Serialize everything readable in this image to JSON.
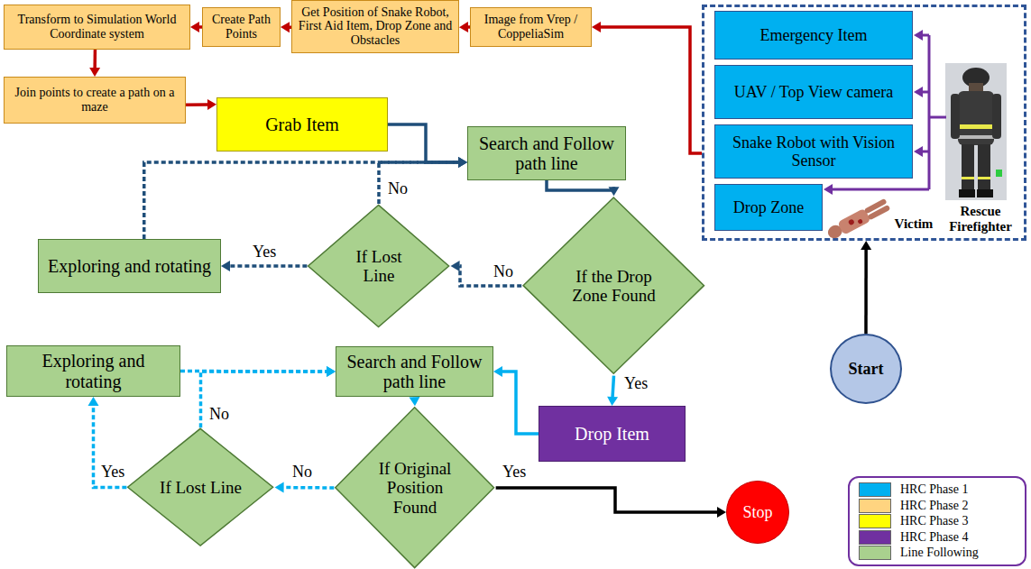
{
  "diagram": {
    "nodes": [
      {
        "text": [
          "Transform to Simulation World Coordinate system"
        ]
      },
      {
        "text": [
          "Create Path Points"
        ]
      },
      {
        "text": [
          "Get Position of Snake Robot, First Aid Item, Drop Zone and Obstacles"
        ]
      },
      {
        "text": [
          "Image from Vrep / CoppeliaSim"
        ]
      },
      {
        "text": []
      },
      {
        "text": [
          "Emergency Item"
        ],
        "in": 4
      },
      {
        "text": [
          "UAV / Top View camera"
        ],
        "in": 4
      },
      {
        "text": [
          "Snake Robot with Vision Sensor"
        ],
        "in": 4
      },
      {
        "text": [
          "Drop Zone"
        ],
        "in": 4
      },
      {
        "text": [
          "Join points to create a path on a maze"
        ]
      },
      {
        "text": [
          "Grab Item"
        ]
      },
      {
        "text": [
          "Search and Follow path line"
        ]
      },
      {
        "text": [
          "Exploring and rotating"
        ]
      },
      {
        "text": [
          "If Lost Line"
        ]
      },
      {
        "text": [
          "If the Drop Zone Found"
        ]
      },
      {
        "text": [
          "Start"
        ]
      },
      {
        "text": [
          "Exploring and rotating"
        ]
      },
      {
        "text": [
          "Search and Follow path line"
        ]
      },
      {
        "text": [
          "Drop Item"
        ]
      },
      {
        "text": [
          "If Lost Line"
        ]
      },
      {
        "text": [
          "If Original Position Found"
        ]
      },
      {
        "text": [
          "Stop"
        ]
      }
    ],
    "edges": [
      {
        "from": 4,
        "to": 3,
        "arrow": "to"
      },
      {
        "from": 3,
        "to": 2,
        "arrow": "to"
      },
      {
        "from": 2,
        "to": 1,
        "arrow": "to"
      },
      {
        "from": 1,
        "to": 0,
        "arrow": "to"
      },
      {
        "from": 0,
        "to": 9,
        "arrow": "to"
      },
      {
        "from": 9,
        "to": 10,
        "arrow": "to"
      },
      {
        "from": 10,
        "to": 11,
        "arrow": "to"
      },
      {
        "from": 11,
        "to": 14,
        "arrow": "to"
      },
      {
        "from": 14,
        "to": 13,
        "label": "No",
        "arrow": "to"
      },
      {
        "from": 13,
        "to": 12,
        "label": "Yes",
        "arrow": "to"
      },
      {
        "from": 13,
        "to": 11,
        "label": "No",
        "arrow": "to"
      },
      {
        "from": 12,
        "to": 11,
        "arrow": "to"
      },
      {
        "from": 14,
        "to": 18,
        "label": "Yes",
        "arrow": "to"
      },
      {
        "from": 18,
        "to": 17,
        "arrow": "to"
      },
      {
        "from": 17,
        "to": 20,
        "arrow": "to"
      },
      {
        "from": 20,
        "to": 19,
        "label": "No",
        "arrow": "to"
      },
      {
        "from": 19,
        "to": 16,
        "label": "Yes",
        "arrow": "to"
      },
      {
        "from": 19,
        "to": 17,
        "label": "No",
        "arrow": "to"
      },
      {
        "from": 16,
        "to": 17,
        "arrow": "to"
      },
      {
        "from": 20,
        "to": 21,
        "label": "Yes",
        "arrow": "to"
      },
      {
        "from": 15,
        "to": 4,
        "arrow": "to"
      }
    ],
    "labels": [
      "Rescue Firefighter",
      "Victim"
    ],
    "legend": [
      {
        "text": "HRC Phase 1",
        "color": "#00b0f0"
      },
      {
        "text": "HRC Phase 2",
        "color": "#ffd480"
      },
      {
        "text": "HRC Phase 3",
        "color": "#ffff00"
      },
      {
        "text": "HRC Phase 4",
        "color": "#7030a0"
      },
      {
        "text": "Line Following",
        "color": "#a9d18e"
      }
    ]
  }
}
